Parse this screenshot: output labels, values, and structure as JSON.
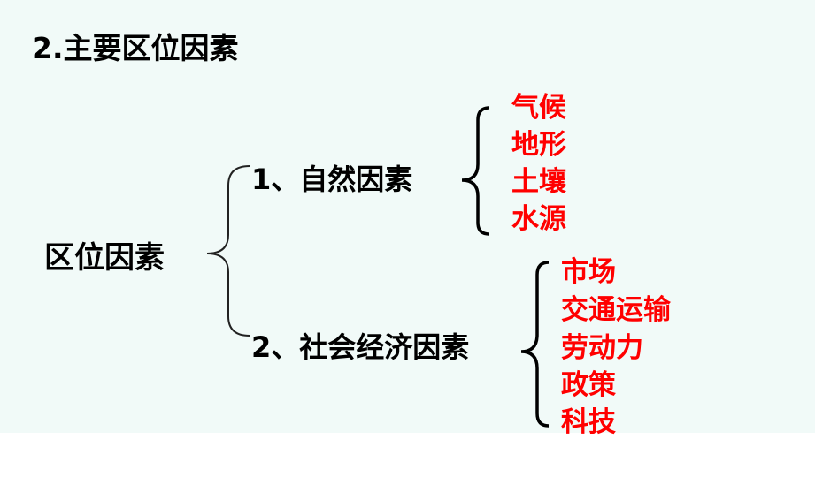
{
  "title": "2.主要区位因素",
  "root_label": "区位因素",
  "branches": [
    {
      "label": "1、自然因素",
      "items": [
        "气候",
        "地形",
        "土壤",
        "水源"
      ]
    },
    {
      "label": "2、社会经济因素",
      "items": [
        "市场",
        "交通运输",
        "劳动力",
        "政策",
        "科技"
      ]
    }
  ],
  "colors": {
    "background": "#f1faf8",
    "text": "#000000",
    "factor_text": "#ff0000"
  }
}
